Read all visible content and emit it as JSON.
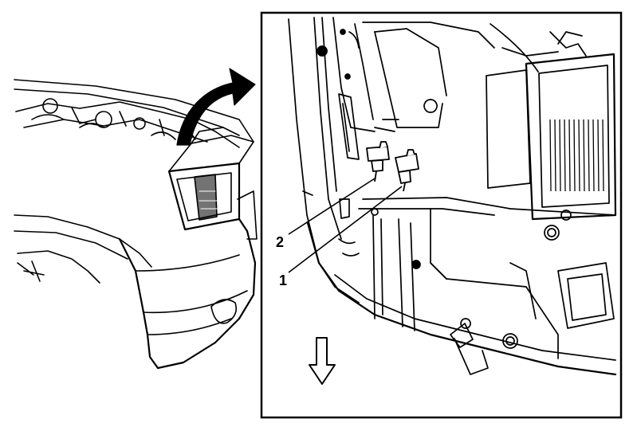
{
  "figure": {
    "callouts": [
      {
        "id": "1",
        "label": "1"
      },
      {
        "id": "2",
        "label": "2"
      }
    ],
    "icons": [
      "zoom-arrow-icon",
      "down-arrow-icon"
    ],
    "colors": {
      "ink": "#000000",
      "paper": "#ffffff"
    }
  }
}
